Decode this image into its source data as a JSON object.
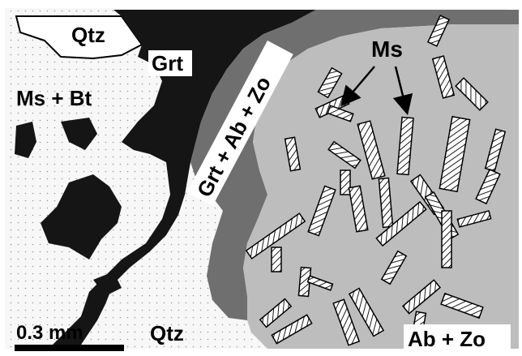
{
  "labels": {
    "qtz_top": "Qtz",
    "grt": "Grt",
    "ms_bt": "Ms + Bt",
    "grt_ab_zo": "Grt + Ab + Zo",
    "ms": "Ms",
    "qtz_bottom": "Qtz",
    "ab_zo": "Ab + Zo"
  },
  "scale_bar": {
    "label": "0.3 mm"
  },
  "colors": {
    "garnet": "#151515",
    "white_mica_biotite_matrix": "#f4f4f4",
    "reaction_rim": "#6f6f6f",
    "albite_zoisite_matrix": "#bdbdbd",
    "muscovite_hatch": "#1a1a1a",
    "background": "#ffffff"
  },
  "icons": {
    "ms_arrows": "arrow-icon"
  }
}
